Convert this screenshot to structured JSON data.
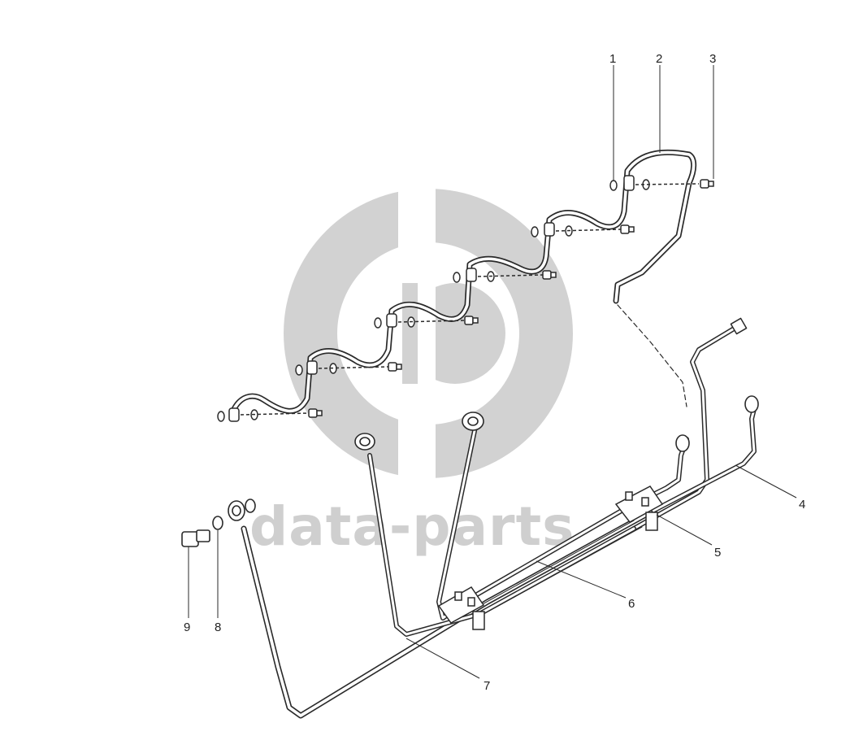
{
  "watermark": {
    "text": "data-parts",
    "color": "#cfcfcf"
  },
  "callouts": {
    "c1": "1",
    "c2": "2",
    "c3": "3",
    "c4": "4",
    "c5": "5",
    "c6": "6",
    "c7": "7",
    "c8": "8",
    "c9": "9"
  },
  "colors": {
    "line": "#2a2a2a",
    "background": "#ffffff"
  }
}
